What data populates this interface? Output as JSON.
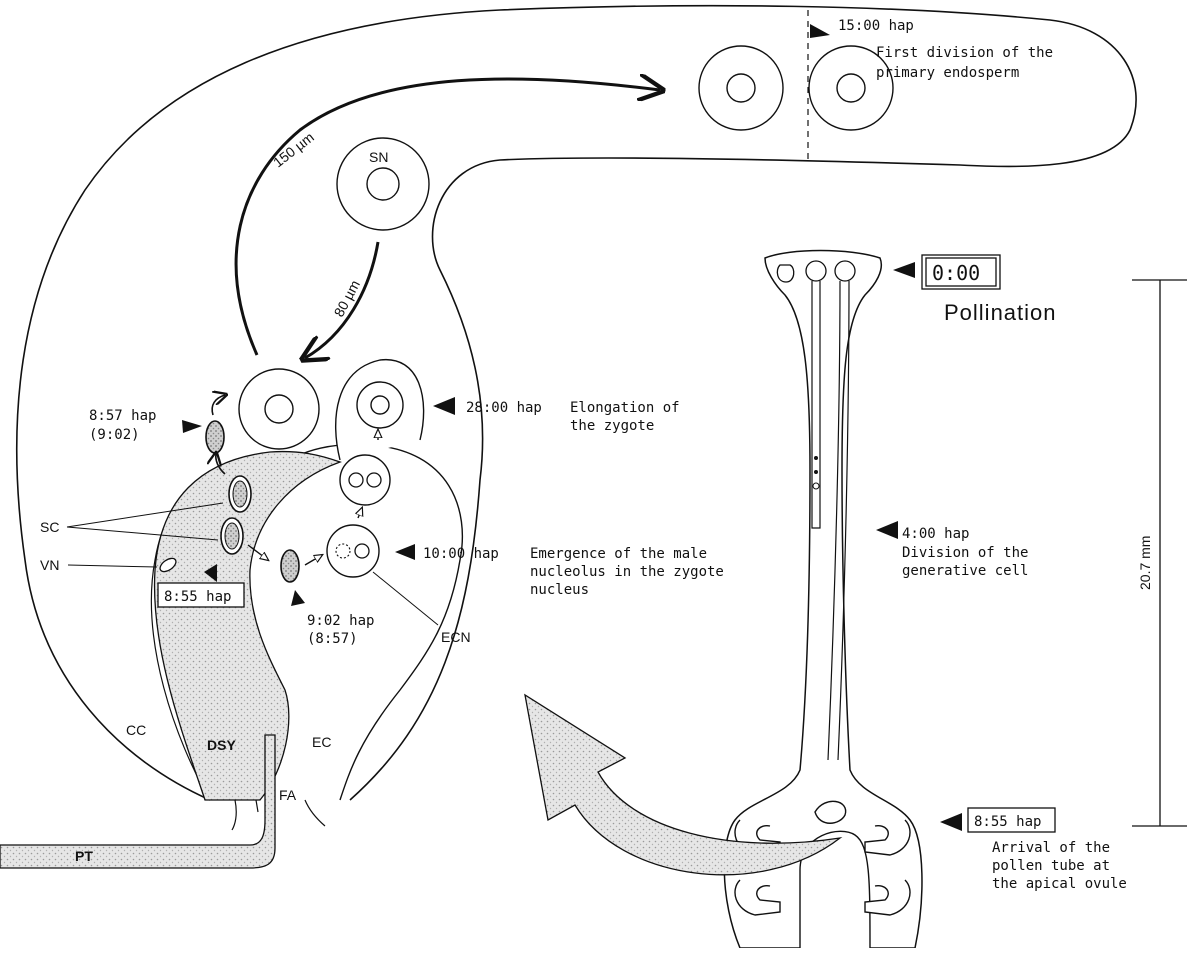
{
  "diagram": {
    "zygote_labels": {
      "sn": "SN",
      "sc": "SC",
      "vn": "VN",
      "cc": "CC",
      "dsy": "DSY",
      "ec": "EC",
      "fa": "FA",
      "pt": "PT",
      "ecn": "ECN"
    },
    "distances": {
      "d1": "150 µm",
      "d2": "80 µm"
    },
    "events": {
      "t_1500": "15:00 hap",
      "t_1500_desc_1": "First division of the",
      "t_1500_desc_2": "primary endosperm",
      "t_2800": "28:00 hap",
      "t_2800_desc_1": "Elongation of",
      "t_2800_desc_2": "the zygote",
      "t_857": "8:57 hap",
      "t_857_alt": "(9:02)",
      "t_1000": "10:00 hap",
      "t_1000_desc_1": "Emergence of the male",
      "t_1000_desc_2": "nucleolus in the zygote",
      "t_1000_desc_3": "nucleus",
      "t_855_box": "8:55 hap",
      "t_902": "9:02 hap",
      "t_902_alt": "(8:57)"
    },
    "pistil": {
      "clock": "0:00",
      "pollination": "Pollination",
      "t_400": "4:00 hap",
      "t_400_desc_1": "Division of the",
      "t_400_desc_2": "generative cell",
      "scale_label": "20.7 mm",
      "t_855": "8:55 hap",
      "arrival_1": "Arrival of the",
      "arrival_2": "pollen tube at",
      "arrival_3": "the apical ovule"
    }
  }
}
